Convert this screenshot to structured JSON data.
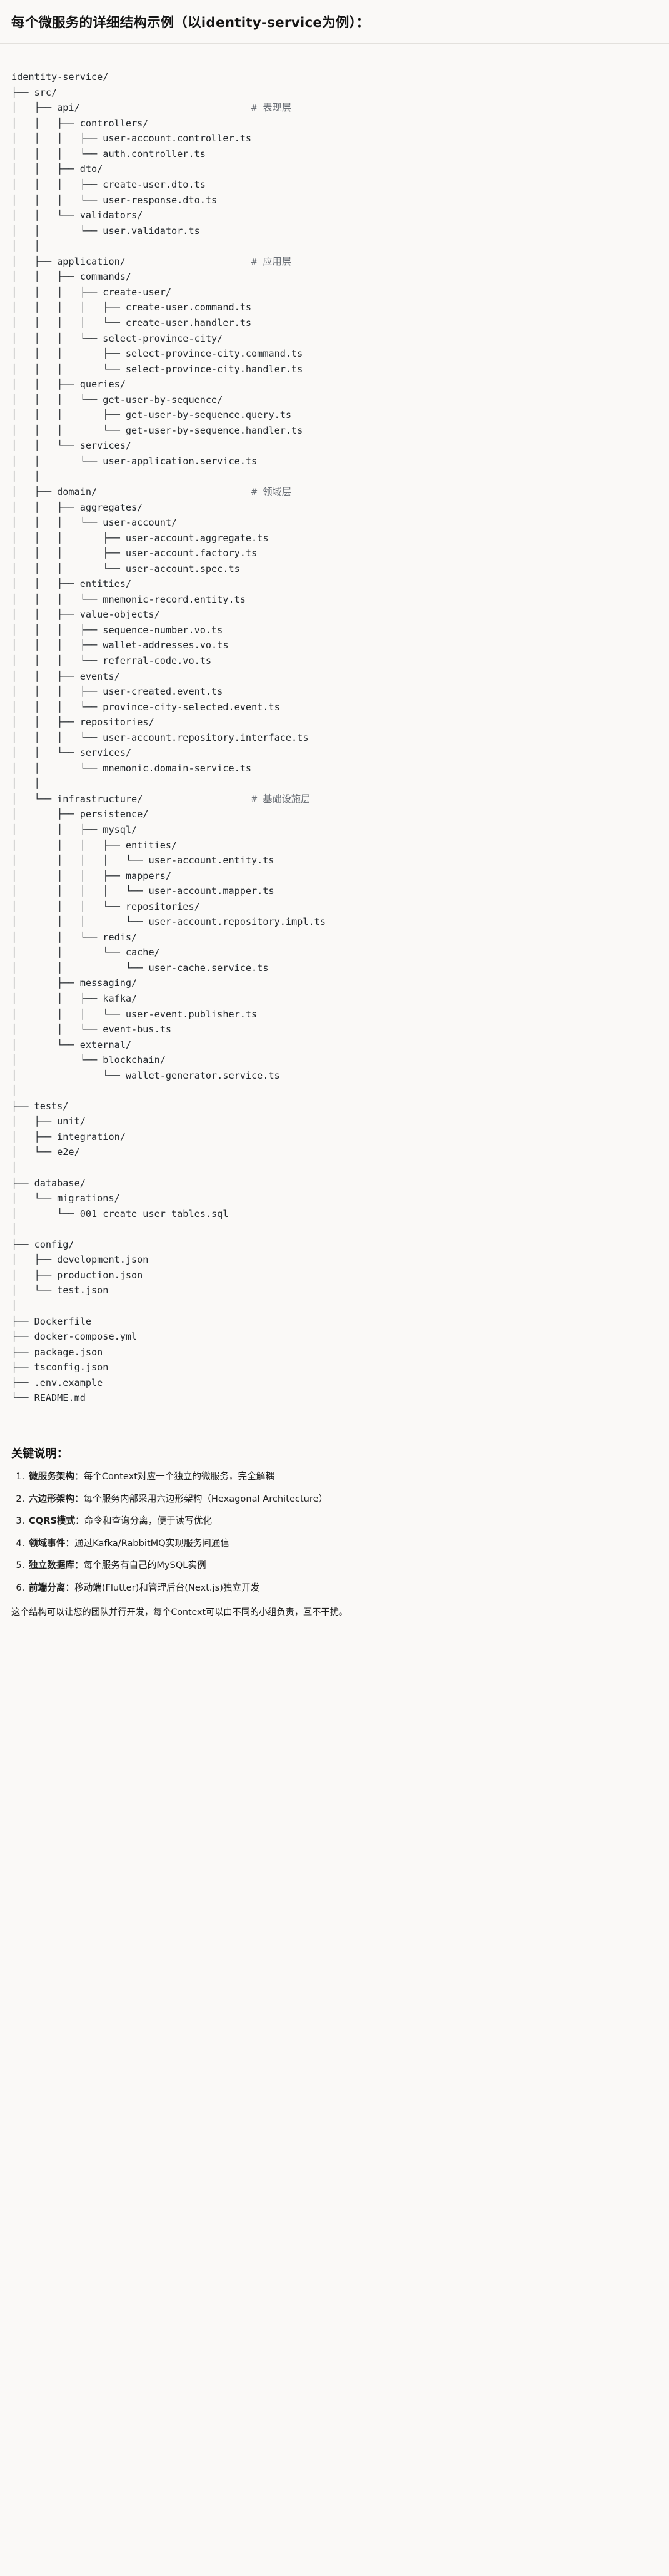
{
  "header": {
    "title": "每个微服务的详细结构示例（以identity-service为例）："
  },
  "tree": {
    "root": "identity-service/",
    "lines": [
      {
        "text": "identity-service/",
        "comment": ""
      },
      {
        "text": "├── src/",
        "comment": ""
      },
      {
        "text": "│   ├── api/",
        "comment": "# 表现层"
      },
      {
        "text": "│   │   ├── controllers/",
        "comment": ""
      },
      {
        "text": "│   │   │   ├── user-account.controller.ts",
        "comment": ""
      },
      {
        "text": "│   │   │   └── auth.controller.ts",
        "comment": ""
      },
      {
        "text": "│   │   ├── dto/",
        "comment": ""
      },
      {
        "text": "│   │   │   ├── create-user.dto.ts",
        "comment": ""
      },
      {
        "text": "│   │   │   └── user-response.dto.ts",
        "comment": ""
      },
      {
        "text": "│   │   └── validators/",
        "comment": ""
      },
      {
        "text": "│   │       └── user.validator.ts",
        "comment": ""
      },
      {
        "text": "│   │",
        "comment": ""
      },
      {
        "text": "│   ├── application/",
        "comment": "# 应用层"
      },
      {
        "text": "│   │   ├── commands/",
        "comment": ""
      },
      {
        "text": "│   │   │   ├── create-user/",
        "comment": ""
      },
      {
        "text": "│   │   │   │   ├── create-user.command.ts",
        "comment": ""
      },
      {
        "text": "│   │   │   │   └── create-user.handler.ts",
        "comment": ""
      },
      {
        "text": "│   │   │   └── select-province-city/",
        "comment": ""
      },
      {
        "text": "│   │   │       ├── select-province-city.command.ts",
        "comment": ""
      },
      {
        "text": "│   │   │       └── select-province-city.handler.ts",
        "comment": ""
      },
      {
        "text": "│   │   ├── queries/",
        "comment": ""
      },
      {
        "text": "│   │   │   └── get-user-by-sequence/",
        "comment": ""
      },
      {
        "text": "│   │   │       ├── get-user-by-sequence.query.ts",
        "comment": ""
      },
      {
        "text": "│   │   │       └── get-user-by-sequence.handler.ts",
        "comment": ""
      },
      {
        "text": "│   │   └── services/",
        "comment": ""
      },
      {
        "text": "│   │       └── user-application.service.ts",
        "comment": ""
      },
      {
        "text": "│   │",
        "comment": ""
      },
      {
        "text": "│   ├── domain/",
        "comment": "# 领域层"
      },
      {
        "text": "│   │   ├── aggregates/",
        "comment": ""
      },
      {
        "text": "│   │   │   └── user-account/",
        "comment": ""
      },
      {
        "text": "│   │   │       ├── user-account.aggregate.ts",
        "comment": ""
      },
      {
        "text": "│   │   │       ├── user-account.factory.ts",
        "comment": ""
      },
      {
        "text": "│   │   │       └── user-account.spec.ts",
        "comment": ""
      },
      {
        "text": "│   │   ├── entities/",
        "comment": ""
      },
      {
        "text": "│   │   │   └── mnemonic-record.entity.ts",
        "comment": ""
      },
      {
        "text": "│   │   ├── value-objects/",
        "comment": ""
      },
      {
        "text": "│   │   │   ├── sequence-number.vo.ts",
        "comment": ""
      },
      {
        "text": "│   │   │   ├── wallet-addresses.vo.ts",
        "comment": ""
      },
      {
        "text": "│   │   │   └── referral-code.vo.ts",
        "comment": ""
      },
      {
        "text": "│   │   ├── events/",
        "comment": ""
      },
      {
        "text": "│   │   │   ├── user-created.event.ts",
        "comment": ""
      },
      {
        "text": "│   │   │   └── province-city-selected.event.ts",
        "comment": ""
      },
      {
        "text": "│   │   ├── repositories/",
        "comment": ""
      },
      {
        "text": "│   │   │   └── user-account.repository.interface.ts",
        "comment": ""
      },
      {
        "text": "│   │   └── services/",
        "comment": ""
      },
      {
        "text": "│   │       └── mnemonic.domain-service.ts",
        "comment": ""
      },
      {
        "text": "│   │",
        "comment": ""
      },
      {
        "text": "│   └── infrastructure/",
        "comment": "# 基础设施层"
      },
      {
        "text": "│       ├── persistence/",
        "comment": ""
      },
      {
        "text": "│       │   ├── mysql/",
        "comment": ""
      },
      {
        "text": "│       │   │   ├── entities/",
        "comment": ""
      },
      {
        "text": "│       │   │   │   └── user-account.entity.ts",
        "comment": ""
      },
      {
        "text": "│       │   │   ├── mappers/",
        "comment": ""
      },
      {
        "text": "│       │   │   │   └── user-account.mapper.ts",
        "comment": ""
      },
      {
        "text": "│       │   │   └── repositories/",
        "comment": ""
      },
      {
        "text": "│       │   │       └── user-account.repository.impl.ts",
        "comment": ""
      },
      {
        "text": "│       │   └── redis/",
        "comment": ""
      },
      {
        "text": "│       │       └── cache/",
        "comment": ""
      },
      {
        "text": "│       │           └── user-cache.service.ts",
        "comment": ""
      },
      {
        "text": "│       ├── messaging/",
        "comment": ""
      },
      {
        "text": "│       │   ├── kafka/",
        "comment": ""
      },
      {
        "text": "│       │   │   └── user-event.publisher.ts",
        "comment": ""
      },
      {
        "text": "│       │   └── event-bus.ts",
        "comment": ""
      },
      {
        "text": "│       └── external/",
        "comment": ""
      },
      {
        "text": "│           └── blockchain/",
        "comment": ""
      },
      {
        "text": "│               └── wallet-generator.service.ts",
        "comment": ""
      },
      {
        "text": "│",
        "comment": ""
      },
      {
        "text": "├── tests/",
        "comment": ""
      },
      {
        "text": "│   ├── unit/",
        "comment": ""
      },
      {
        "text": "│   ├── integration/",
        "comment": ""
      },
      {
        "text": "│   └── e2e/",
        "comment": ""
      },
      {
        "text": "│",
        "comment": ""
      },
      {
        "text": "├── database/",
        "comment": ""
      },
      {
        "text": "│   └── migrations/",
        "comment": ""
      },
      {
        "text": "│       └── 001_create_user_tables.sql",
        "comment": ""
      },
      {
        "text": "│",
        "comment": ""
      },
      {
        "text": "├── config/",
        "comment": ""
      },
      {
        "text": "│   ├── development.json",
        "comment": ""
      },
      {
        "text": "│   ├── production.json",
        "comment": ""
      },
      {
        "text": "│   └── test.json",
        "comment": ""
      },
      {
        "text": "│",
        "comment": ""
      },
      {
        "text": "├── Dockerfile",
        "comment": ""
      },
      {
        "text": "├── docker-compose.yml",
        "comment": ""
      },
      {
        "text": "├── package.json",
        "comment": ""
      },
      {
        "text": "├── tsconfig.json",
        "comment": ""
      },
      {
        "text": "├── .env.example",
        "comment": ""
      },
      {
        "text": "└── README.md",
        "comment": ""
      }
    ],
    "comment_column": 42
  },
  "notes": {
    "title": "关键说明：",
    "items": [
      {
        "term": "微服务架构",
        "desc": "：每个Context对应一个独立的微服务，完全解耦"
      },
      {
        "term": "六边形架构",
        "desc": "：每个服务内部采用六边形架构（Hexagonal Architecture）"
      },
      {
        "term": "CQRS模式",
        "desc": "：命令和查询分离，便于读写优化"
      },
      {
        "term": "领域事件",
        "desc": "：通过Kafka/RabbitMQ实现服务间通信"
      },
      {
        "term": "独立数据库",
        "desc": "：每个服务有自己的MySQL实例"
      },
      {
        "term": "前端分离",
        "desc": "：移动端(Flutter)和管理后台(Next.js)独立开发"
      }
    ],
    "footer": "这个结构可以让您的团队并行开发，每个Context可以由不同的小组负责，互不干扰。"
  },
  "colors": {
    "background": "#faf9f7",
    "text": "#1a1a1a",
    "code_text": "#24292e",
    "comment": "#6a6f76",
    "divider": "#e3e1dd"
  }
}
